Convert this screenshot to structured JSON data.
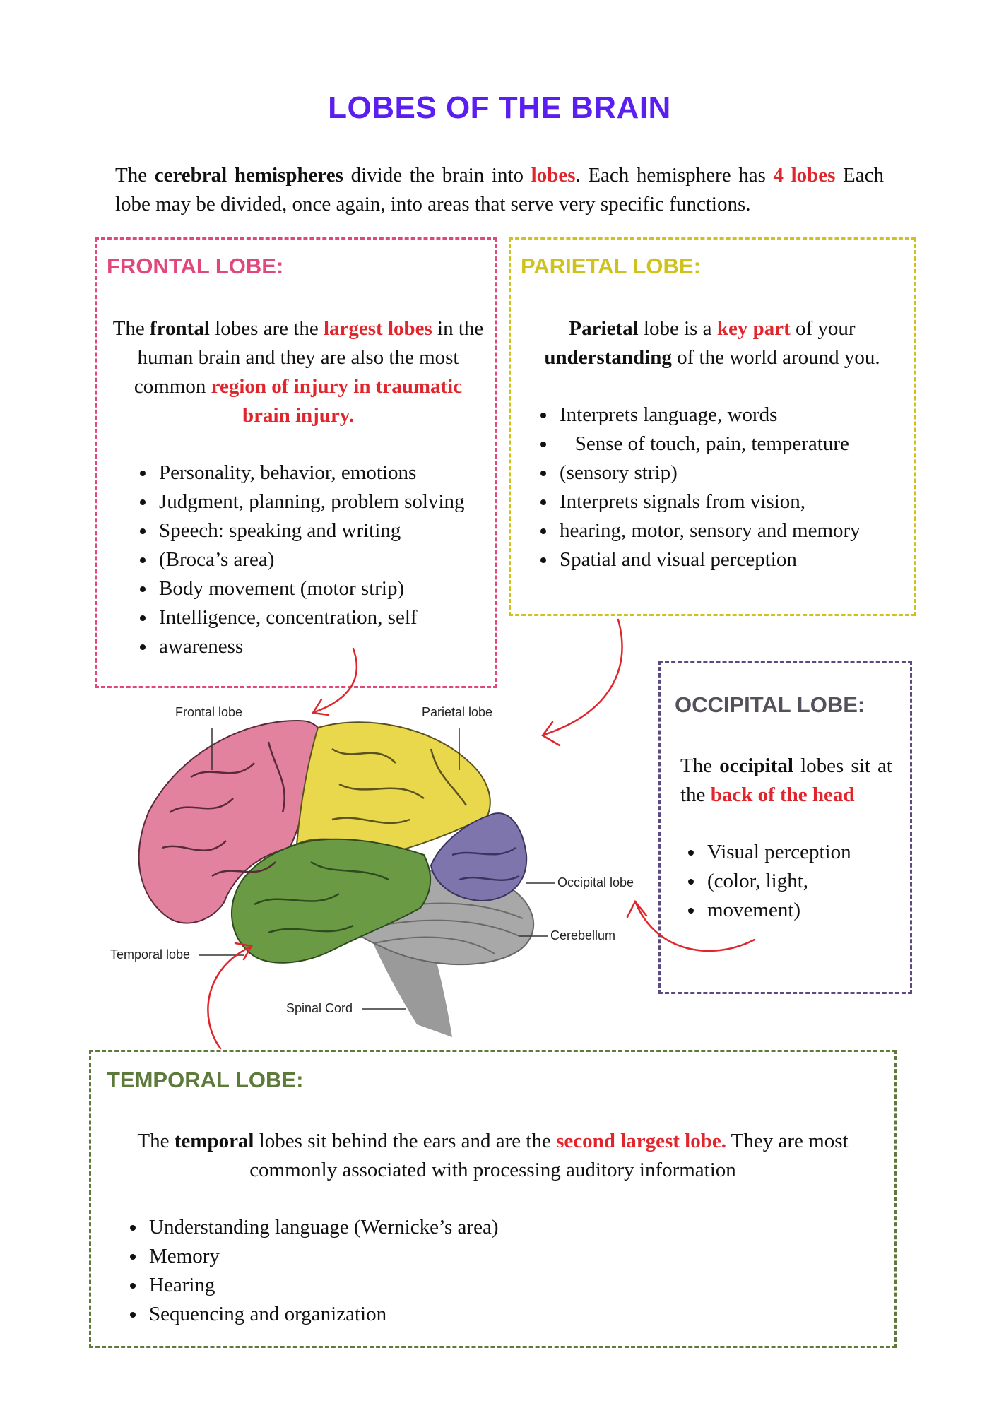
{
  "title": "LOBES OF THE BRAIN",
  "intro": {
    "p1": "The ",
    "p2": "cerebral hemispheres",
    "p3": " divide the brain into ",
    "p4": "lobes",
    "p5": ". Each hemisphere has ",
    "p6": "4 lobes",
    "p7": " Each lobe may be divided, once again, into areas that serve very specific functions."
  },
  "frontal": {
    "heading": "FRONTAL LOBE:",
    "d1": "The ",
    "d2": "frontal",
    "d3": " lobes are the ",
    "d4": "largest lobes",
    "d5": " in the human brain and they are also the most common ",
    "d6": "region of injury in traumatic brain injury.",
    "bullets": [
      "Personality, behavior, emotions",
      "Judgment, planning, problem solving",
      "Speech: speaking and writing",
      "(Broca’s area)",
      "Body movement (motor strip)",
      "Intelligence, concentration, self",
      "awareness"
    ]
  },
  "parietal": {
    "heading": "PARIETAL LOBE:",
    "d1": "Parietal",
    "d2": " lobe is a ",
    "d3": "key part",
    "d4": " of your ",
    "d5": "understanding",
    "d6": " of the world around you.",
    "bullets": [
      "Interprets language, words",
      "   Sense of touch, pain, temperature",
      "(sensory strip)",
      "Interprets signals from vision,",
      "hearing, motor, sensory and memory",
      "Spatial and visual perception"
    ]
  },
  "occipital": {
    "heading": "OCCIPITAL LOBE:",
    "d1": "The ",
    "d2": "occipital",
    "d3": " lobes sit at the ",
    "d4": "back of the head",
    "bullets": [
      "Visual perception",
      "(color, light,",
      "movement)"
    ]
  },
  "temporal": {
    "heading": "TEMPORAL LOBE:",
    "d1": "The ",
    "d2": "temporal",
    "d3": " lobes sit behind the ears and are the ",
    "d4": "second largest lobe.",
    "d5": " They are most commonly associated with processing auditory information",
    "bullets": [
      "Understanding language (Wernicke’s area)",
      "Memory",
      "Hearing",
      "Sequencing and organization"
    ]
  },
  "diagram_labels": {
    "frontal": "Frontal lobe",
    "parietal": "Parietal lobe",
    "occipital": "Occipital lobe",
    "cerebellum": "Cerebellum",
    "temporal": "Temporal lobe",
    "spinal": "Spinal Cord"
  },
  "colors": {
    "title": "#5a1ef0",
    "highlight": "#e0262c",
    "frontal": "#e0487c",
    "parietal": "#cfc21c",
    "occipital": "#5c4a7e",
    "temporal": "#5e7a3a",
    "brain_frontal": "#e2829f",
    "brain_parietal": "#ead84c",
    "brain_occipital": "#7e75ac",
    "brain_temporal": "#6b9a45",
    "brain_cerebellum": "#a8a8a8"
  }
}
